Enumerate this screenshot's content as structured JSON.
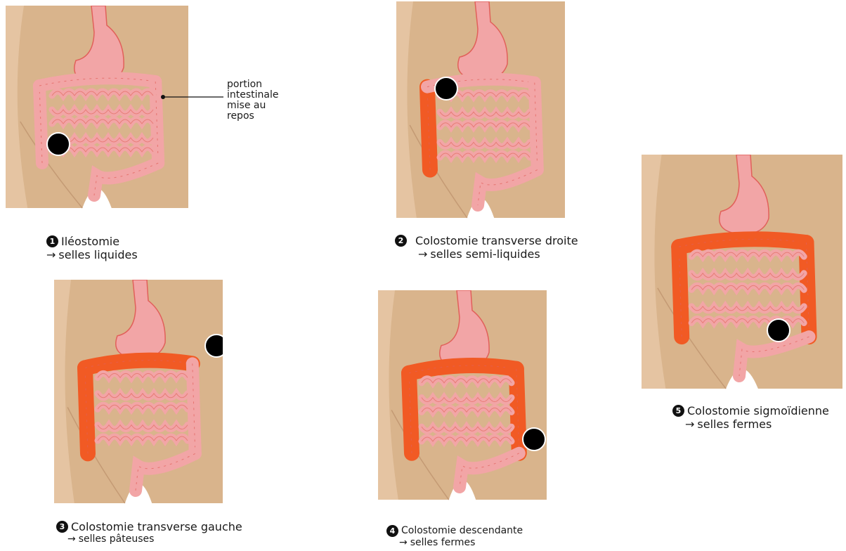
{
  "annotation": {
    "lines": [
      "portion",
      "intestinale",
      "mise au",
      "repos"
    ]
  },
  "colors": {
    "body": "#d9b48c",
    "body_light": "#e7c8a8",
    "intestine": "#f2a5a6",
    "intestine_dark": "#e1605a",
    "colon_resting": "#f15a24",
    "stoma": "#000000"
  },
  "panels": [
    {
      "number": "1",
      "title": "Iléostomie",
      "arrow": "→",
      "result": "selles liquides",
      "stoma_icon": "stoma-circle-icon"
    },
    {
      "number": "2",
      "title": "Colostomie transverse droite",
      "arrow": "→",
      "result": "selles semi-liquides",
      "stoma_icon": "stoma-circle-icon"
    },
    {
      "number": "3",
      "title": "Colostomie transverse gauche",
      "arrow": "→",
      "result": "selles pâteuses",
      "stoma_icon": "stoma-circle-icon"
    },
    {
      "number": "4",
      "title": "Colostomie descendante",
      "arrow": "→",
      "result": "selles fermes",
      "stoma_icon": "stoma-circle-icon"
    },
    {
      "number": "5",
      "title": "Colostomie sigmoïdienne",
      "arrow": "→",
      "result": "selles fermes",
      "stoma_icon": "stoma-circle-icon"
    }
  ]
}
